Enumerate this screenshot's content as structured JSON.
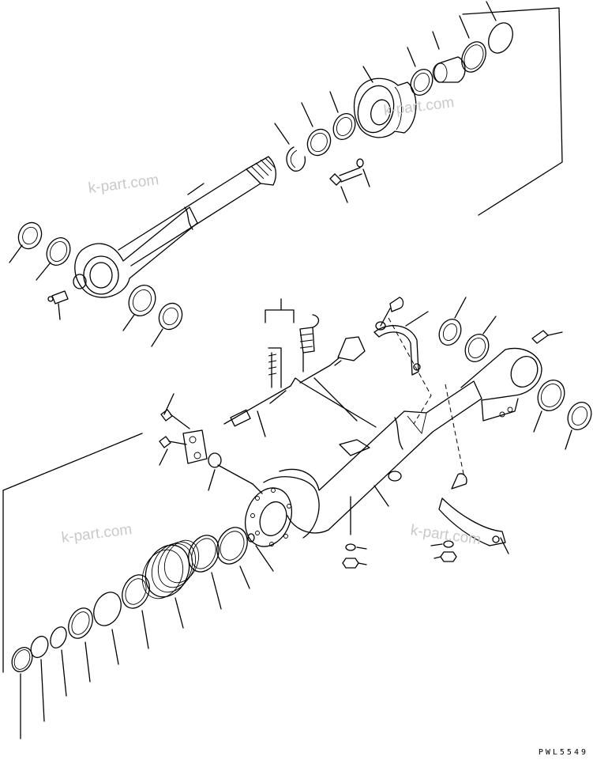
{
  "watermarks": [
    "k-part.com",
    "k-part.com",
    "k-part.com",
    "k-part.com"
  ],
  "drawing_code": "PWL5549",
  "icons": {
    "top_assembly": "cylinder-rod-assembly-drawing",
    "bottom_assembly": "cylinder-tube-assembly-drawing"
  }
}
